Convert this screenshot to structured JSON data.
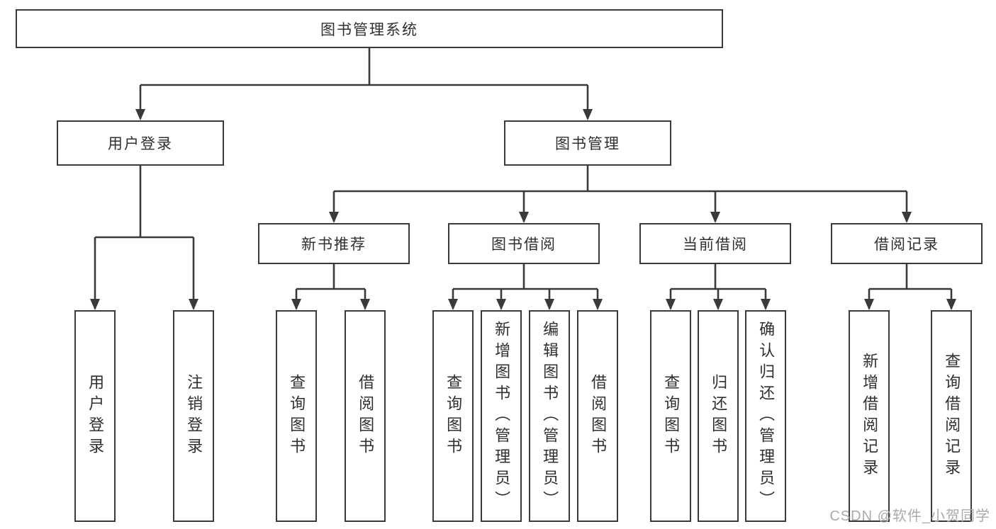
{
  "watermark": "CSDN @软件_小贺同学",
  "colors": {
    "line": "#3a3a3a",
    "border": "#3a3a3a",
    "text": "#2f2f2f",
    "watermark": "#aaaaaa",
    "background": "#ffffff"
  },
  "tree": {
    "label": "图书管理系统",
    "children": [
      {
        "label": "用户登录",
        "children": [
          {
            "label": "用户登录"
          },
          {
            "label": "注销登录"
          }
        ]
      },
      {
        "label": "图书管理",
        "children": [
          {
            "label": "新书推荐",
            "children": [
              {
                "label": "查询图书"
              },
              {
                "label": "借阅图书"
              }
            ]
          },
          {
            "label": "图书借阅",
            "children": [
              {
                "label": "查询图书"
              },
              {
                "label": "新增图书（管理员）"
              },
              {
                "label": "编辑图书（管理员）"
              },
              {
                "label": "借阅图书"
              }
            ]
          },
          {
            "label": "当前借阅",
            "children": [
              {
                "label": "查询图书"
              },
              {
                "label": "归还图书"
              },
              {
                "label": "确认归还（管理员）"
              }
            ]
          },
          {
            "label": "借阅记录",
            "children": [
              {
                "label": "新增借阅记录"
              },
              {
                "label": "查询借阅记录"
              }
            ]
          }
        ]
      }
    ]
  }
}
